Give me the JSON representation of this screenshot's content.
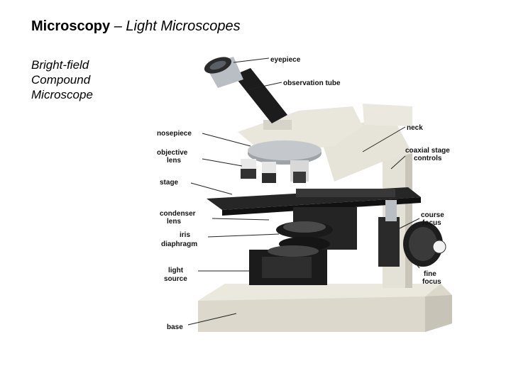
{
  "slide": {
    "title_bold": "Microscopy",
    "title_sep": " – ",
    "title_italic": "Light Microscopes",
    "subtitle_lines": [
      "Bright-field",
      "Compound",
      "Microscope"
    ]
  },
  "figure": {
    "labels": {
      "eyepiece": "eyepiece",
      "observation_tube": "observation tube",
      "nosepiece": "nosepiece",
      "neck": "neck",
      "objective_lens_1": "objective",
      "objective_lens_2": "lens",
      "coaxial_1": "coaxial stage",
      "coaxial_2": "controls",
      "stage": "stage",
      "condenser_1": "condenser",
      "condenser_2": "lens",
      "course_1": "course",
      "course_2": "focus",
      "iris_1": "iris",
      "iris_2": "diaphragm",
      "light_1": "light",
      "light_2": "source",
      "fine_1": "fine",
      "fine_2": "focus",
      "base": "base"
    },
    "colors": {
      "body": "#e4e1d6",
      "body_shadow": "#c9c5b8",
      "dark": "#1c1c1c",
      "metal": "#b9bec4"
    }
  }
}
